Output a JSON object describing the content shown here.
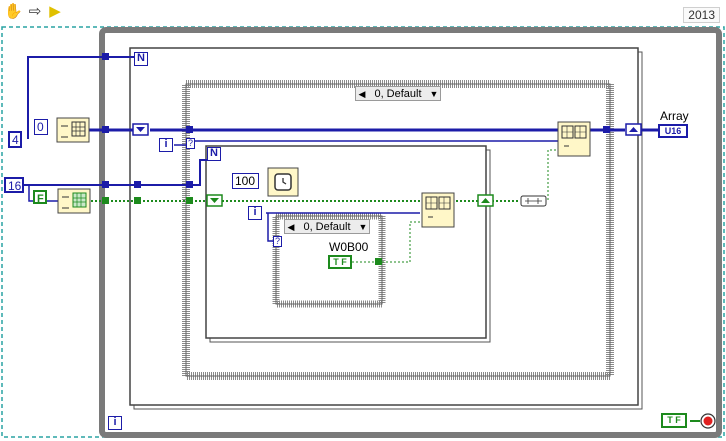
{
  "toolbar": {
    "version_label": "2013",
    "icons": [
      "hand-cursor-icon",
      "arrow-right-icon",
      "run-arrow-icon"
    ]
  },
  "diagram": {
    "outer_while_loop_index": "i",
    "outer_for_loop_count": "N",
    "inner_for_loop_count": "N",
    "inner_for_loop_index": "i",
    "case_index_label": "i",
    "case_selector_outer": "0, Default",
    "case_selector_inner": "0, Default",
    "case_selector_q1": "?",
    "case_selector_q2": "?",
    "const_4": "4",
    "const_0": "0",
    "const_16": "16",
    "const_false": "F",
    "const_100": "100",
    "bool_tf_1": "T F",
    "bool_tf_2": "T F",
    "w0b00_label": "W0B00",
    "array_label": "Array",
    "array_type": "U16",
    "outer_for_index": "i"
  },
  "colors": {
    "blue_wire": "#1c1ca8",
    "green_wire": "#1d8a1d",
    "frame_gray": "#7a7a7a",
    "node_yellow": "#fff7c8"
  }
}
